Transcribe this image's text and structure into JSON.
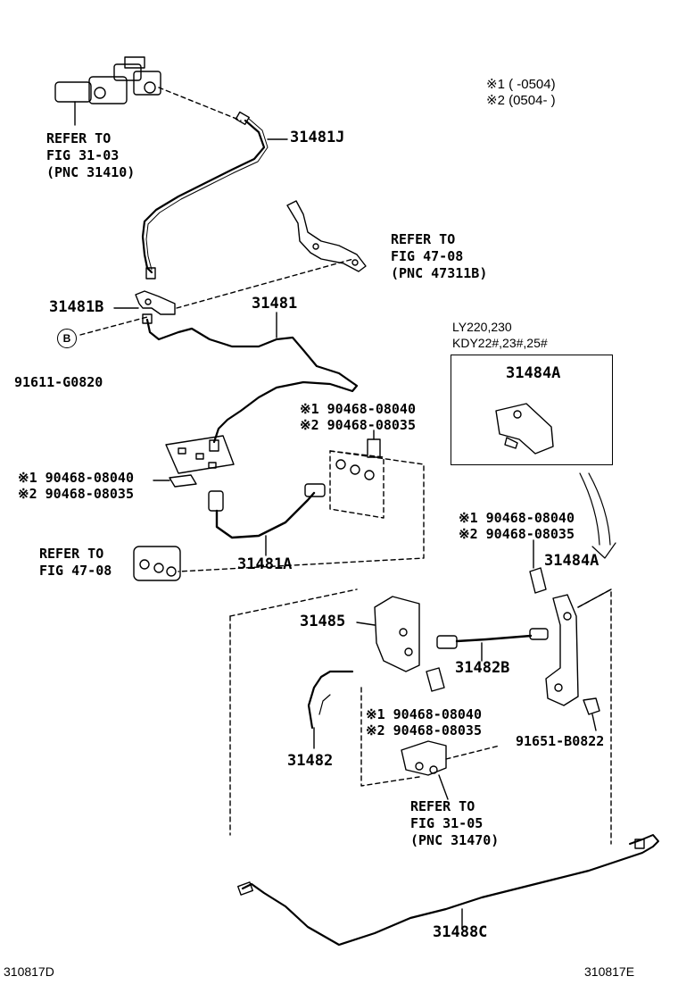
{
  "footnotes": [
    "※1 (      -0504)",
    "※2 (0504-        )"
  ],
  "refs": {
    "r1": {
      "line1": "REFER TO",
      "line2": "FIG 31-03",
      "line3": "(PNC 31410)"
    },
    "r2": {
      "line1": "REFER TO",
      "line2": "FIG 47-08",
      "line3": "(PNC 47311B)"
    },
    "r3": {
      "line1": "REFER TO",
      "line2": "FIG 47-08"
    },
    "r4": {
      "line1": "REFER TO",
      "line2": "FIG 31-05",
      "line3": "(PNC 31470)"
    }
  },
  "parts": {
    "p31481J": "31481J",
    "p31481B": "31481B",
    "p31481": "31481",
    "p31481A": "31481A",
    "p31484A_inset": "31484A",
    "p31484A": "31484A",
    "p31485": "31485",
    "p31482B": "31482B",
    "p31482": "31482",
    "p31488C": "31488C",
    "p91611": "91611-G0820",
    "p91651": "91651-B0822"
  },
  "bubble": "B",
  "clips": {
    "c1": {
      "a": "※1 90468-08040",
      "b": "※2 90468-08035"
    },
    "c2": {
      "a": "※1 90468-08040",
      "b": "※2 90468-08035"
    },
    "c3": {
      "a": "※1 90468-08040",
      "b": "※2 90468-08035"
    },
    "c4": {
      "a": "※1 90468-08040",
      "b": "※2 90468-08035"
    }
  },
  "inset": {
    "model1": "LY220,230",
    "model2": "KDY22#,23#,25#"
  },
  "footer": {
    "left": "310817D",
    "right": "310817E"
  }
}
